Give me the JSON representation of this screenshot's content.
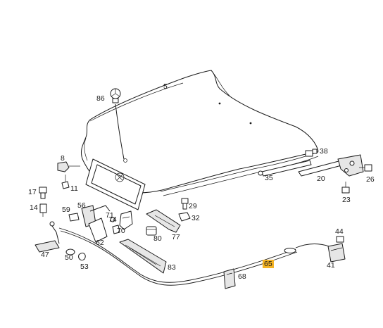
{
  "diagram": {
    "labels": {
      "p5": "5",
      "p86": "86",
      "p8": "8",
      "p11": "11",
      "p17": "17",
      "p14": "14",
      "p59": "59",
      "p56": "56",
      "p71": "71",
      "p74": "74",
      "p70": "70",
      "p62": "62",
      "p47": "47",
      "p50": "50",
      "p53": "53",
      "p80": "80",
      "p77": "77",
      "p29": "29",
      "p32": "32",
      "p83": "83",
      "p65": "65",
      "p68": "68",
      "p44": "44",
      "p41": "41",
      "p38": "38",
      "p35": "35",
      "p20": "20",
      "p26": "26",
      "p23": "23"
    },
    "highlight_color": "#f4b324",
    "line_color": "#1a1a1a"
  }
}
